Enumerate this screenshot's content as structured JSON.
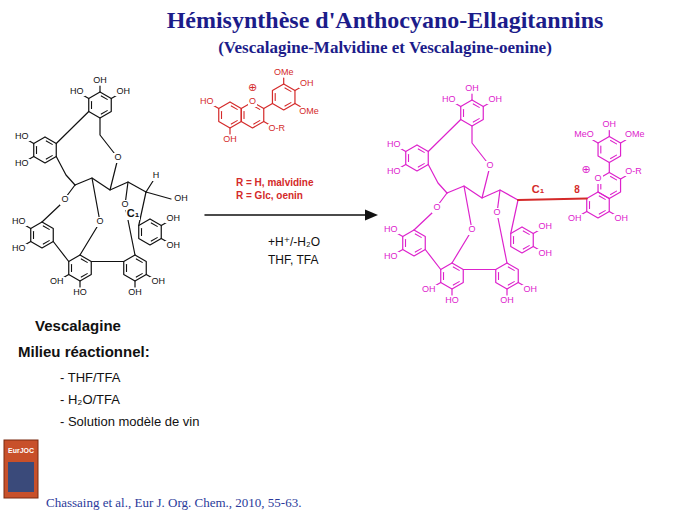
{
  "diagram": {
    "title": "Hémisynthèse d'Anthocyano-Ellagitannins",
    "labels": [
      "(Vescalagine-Malvidine et Vescalagine-oenine)",
      "HO",
      "OH",
      "OH",
      "HO",
      "HO",
      "HO",
      "HO",
      "OH",
      "HO",
      "OH",
      "OH",
      "OH",
      "OH",
      "O",
      "O",
      "O",
      "O",
      "H",
      "OH",
      "C₁",
      "Vescalagine",
      "OMe",
      "OH",
      "OMe",
      "⊕",
      "O",
      "HO",
      "OH",
      "O-R",
      "R = H, malvidine",
      "R = Glc, oenin",
      "+H⁺/-H₂O",
      "THF, TFA",
      "HO",
      "OH",
      "OH",
      "HO",
      "HO",
      "HO",
      "HO",
      "OH",
      "HO",
      "OH",
      "OH",
      "OH",
      "OH",
      "O",
      "O",
      "O",
      "O",
      "C₁",
      "8",
      "MeO",
      "OH",
      "OMe",
      "O-R",
      "O",
      "⊕",
      "OH",
      "OH",
      "Milieu réactionnel:",
      "- THF/TFA",
      "- H₂O/TFA",
      "- Solution modèle de vin",
      "EurJOC",
      "Chassaing et al., Eur J. Org. Chem., 2010, 55-63."
    ]
  }
}
